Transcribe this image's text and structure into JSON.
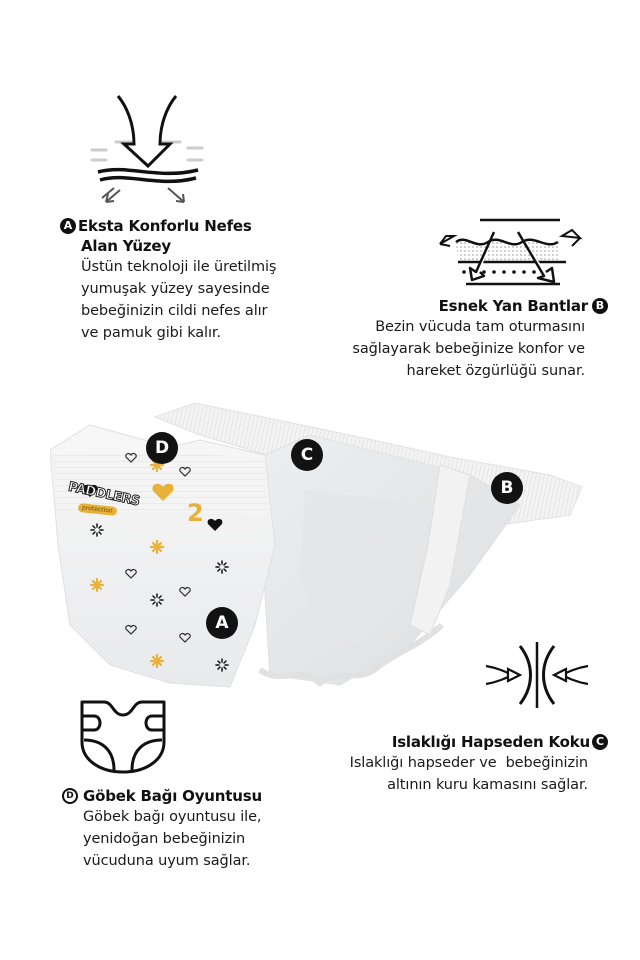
{
  "brand": {
    "logo_text": "PADDLERS",
    "logo_sub": "protection",
    "size_number": "2",
    "accent_color": "#E8B23A"
  },
  "markers": {
    "a": "A",
    "b": "B",
    "c": "C",
    "d": "D"
  },
  "features": [
    {
      "id": "A",
      "icon": "breathable-surface-arrow-icon",
      "title_line1": "Eksta Konforlu Nefes",
      "title_line2": "Alan Yüzey",
      "description": [
        "Üstün teknoloji ile üretilmiş",
        "yumuşak yüzey sayesinde",
        "bebeğinizin cildi nefes alır",
        "ve pamuk gibi kalır."
      ]
    },
    {
      "id": "B",
      "icon": "elastic-side-band-icon",
      "title": "Esnek Yan Bantlar",
      "description": [
        "Bezin vücuda tam oturmasını",
        "sağlayarak bebeğinize konfor ve",
        "hareket özgürlüğü sunar."
      ]
    },
    {
      "id": "C",
      "icon": "absorbent-core-compress-icon",
      "title": "Islaklığı Hapseden Koku",
      "description": [
        "Islaklığı hapseder ve  bebeğinizin",
        "altının kuru kamasını sağlar."
      ]
    },
    {
      "id": "D",
      "icon": "umbilical-cutout-diaper-icon",
      "title": "Göbek Bağı Oyuntusu",
      "description": [
        "Göbek bağı oyuntusu ile,",
        "yenidoğan bebeğinizin",
        "vücuduna uyum sağlar."
      ]
    }
  ]
}
